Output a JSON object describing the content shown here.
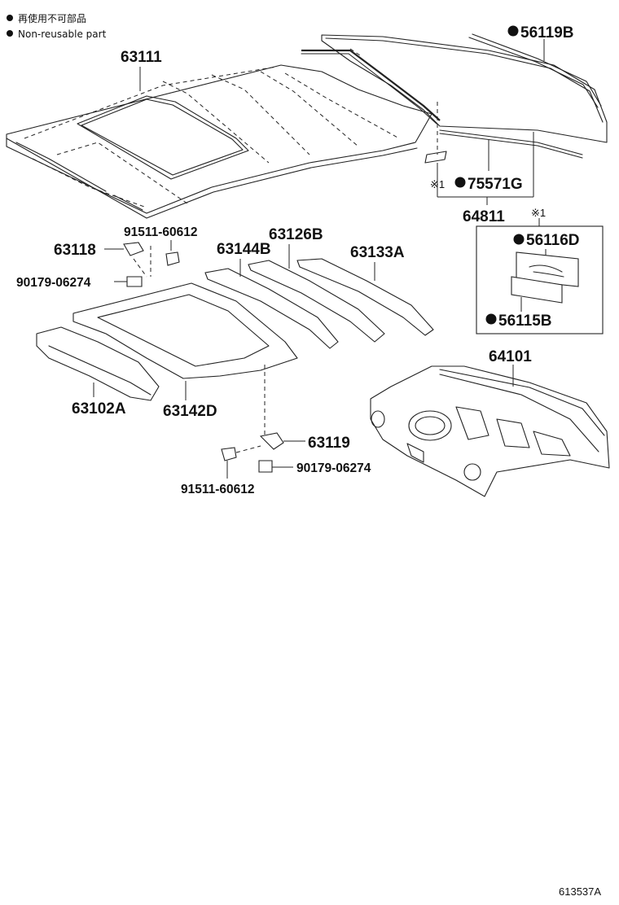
{
  "legend": {
    "line1": "再使用不可部品",
    "line2": "Non-reusable part"
  },
  "parts": {
    "p63111": "63111",
    "p56119B": "56119B",
    "p75571G": "75571G",
    "p64811": "64811",
    "p56116D": "56116D",
    "p56115B": "56115B",
    "p91511_top": "91511-60612",
    "p63118": "63118",
    "p90179_top": "90179-06274",
    "p63144B": "63144B",
    "p63126B": "63126B",
    "p63133A": "63133A",
    "p64101": "64101",
    "p63102A": "63102A",
    "p63142D": "63142D",
    "p63119": "63119",
    "p90179_bottom": "90179-06274",
    "p91511_bottom": "91511-60612"
  },
  "note_mark_1": "※1",
  "note_mark_2": "※1",
  "drawing_ref": "613537A"
}
